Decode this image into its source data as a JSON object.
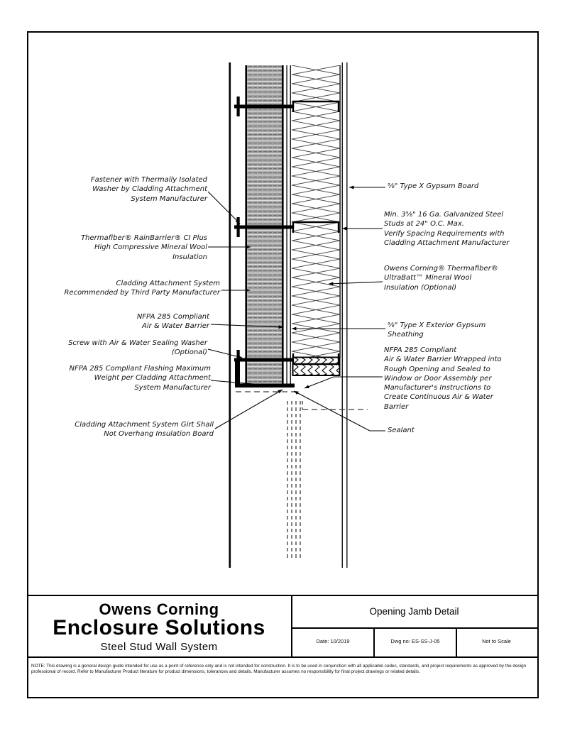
{
  "title_block": {
    "company_line1": "Owens Corning",
    "company_line2": "Enclosure Solutions",
    "subtitle": "Steel Stud Wall System",
    "drawing_title": "Opening Jamb Detail",
    "date_label": "Date: 10/2019",
    "dwg_no_label": "Dwg no: ES-SS-J-05",
    "scale_label": "Not to Scale"
  },
  "notes": {
    "disclaimer": "NOTE: This drawing is a general design guide intended for use as a point of reference only and is not intended for construction. It is to be used in conjunction with all applicable codes, standards, and project requirements as approved by the design professional of record. Refer to Manufacturer Product literature for product dimensions, tolerances and details. Manufacturer assumes no responsibility for final project drawings or related details."
  },
  "labels_left": [
    {
      "text": "Fastener with Thermally Isolated\nWasher by Cladding Attachment\nSystem Manufacturer"
    },
    {
      "text": "Thermafiber® RainBarrier® CI Plus\nHigh Compressive Mineral Wool\nInsulation"
    },
    {
      "text": "Cladding Attachment System\nRecommended by Third Party Manufacturer"
    },
    {
      "text": "NFPA 285 Compliant\nAir & Water Barrier"
    },
    {
      "text": "Screw with Air & Water Sealing Washer\n(Optional)"
    },
    {
      "text": "NFPA 285 Compliant Flashing Maximum\nWeight per Cladding Attachment\nSystem Manufacturer"
    },
    {
      "text": "Cladding Attachment System Girt Shall\nNot Overhang Insulation Board"
    }
  ],
  "labels_right": [
    {
      "text": "⅝\" Type X Gypsum Board"
    },
    {
      "text": "Min. 3⅝\" 16 Ga. Galvanized Steel\nStuds at 24\" O.C. Max.\nVerify Spacing Requirements with\nCladding Attachment Manufacturer"
    },
    {
      "text": "Owens Corning® Thermafiber®\nUltraBatt™ Mineral Wool\nInsulation (Optional)"
    },
    {
      "text": "⅝\" Type X Exterior Gypsum\nSheathing"
    },
    {
      "text": "NFPA 285 Compliant\nAir & Water Barrier Wrapped into\nRough Opening and Sealed to\nWindow or Door Assembly per\nManufacturer's Instructions to\nCreate Continuous Air & Water\nBarrier"
    },
    {
      "text": "Sealant"
    }
  ]
}
